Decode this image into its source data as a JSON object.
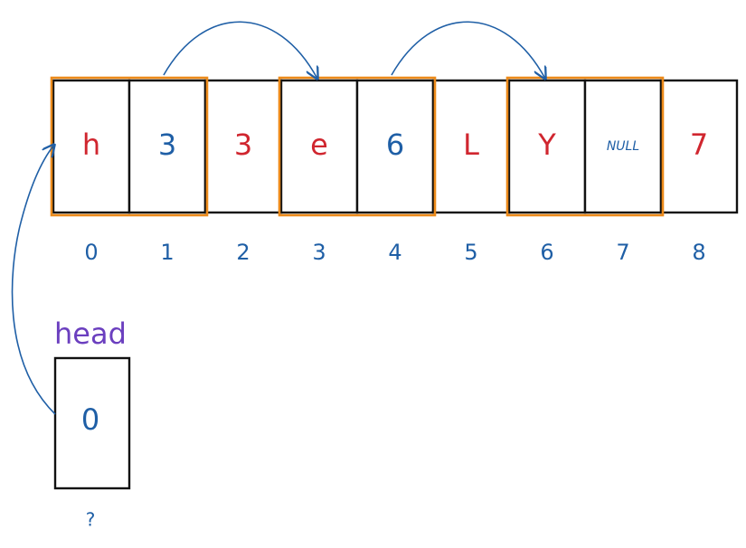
{
  "colors": {
    "char": "#d0262f",
    "num": "#1f5fa6",
    "outline": "#ec8a1a",
    "head": "#6b3fbf",
    "arrow": "#1f5fa6",
    "border": "#111111"
  },
  "cells": [
    {
      "value": "h",
      "kind": "char"
    },
    {
      "value": "3",
      "kind": "num"
    },
    {
      "value": "3",
      "kind": "char"
    },
    {
      "value": "e",
      "kind": "char"
    },
    {
      "value": "6",
      "kind": "num"
    },
    {
      "value": "L",
      "kind": "char"
    },
    {
      "value": "Y",
      "kind": "char"
    },
    {
      "value": "NULL",
      "kind": "num"
    },
    {
      "value": "7",
      "kind": "char"
    }
  ],
  "indices": [
    "0",
    "1",
    "2",
    "3",
    "4",
    "5",
    "6",
    "7",
    "8"
  ],
  "nodes": [
    {
      "start": 0,
      "end": 1
    },
    {
      "start": 3,
      "end": 4
    },
    {
      "start": 6,
      "end": 7
    }
  ],
  "links": [
    {
      "from": 1,
      "to": 3
    },
    {
      "from": 4,
      "to": 6
    }
  ],
  "head": {
    "label": "head",
    "value": "0",
    "caption": "?",
    "points_to": 0
  }
}
